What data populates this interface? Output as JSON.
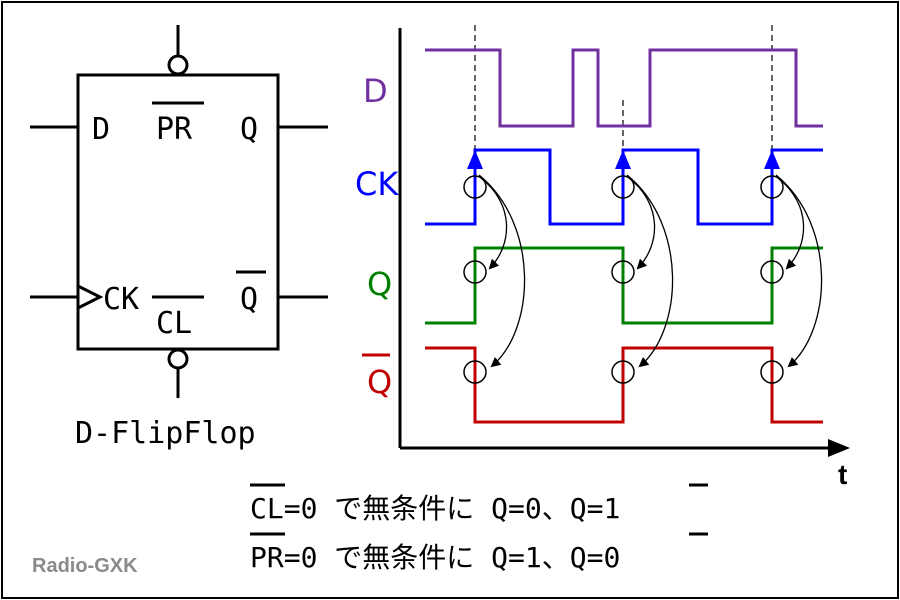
{
  "flipflop": {
    "pin_d": "D",
    "pin_pr": "PR",
    "pin_q": "Q",
    "pin_ck": "CK",
    "pin_cl": "CL",
    "pin_qbar": "Q",
    "caption": "D-FlipFlop"
  },
  "timing": {
    "signals": [
      {
        "name": "D",
        "color": "#7030a0"
      },
      {
        "name": "CK",
        "color": "#0000ff"
      },
      {
        "name": "Q",
        "color": "#008000"
      },
      {
        "name": "Q",
        "color": "#c00000",
        "overbar": true
      }
    ],
    "time_axis_label": "t"
  },
  "notes": [
    {
      "overbar_part": "CL",
      "rest": "=0 で無条件に Q=0、",
      "overbar_q": "Q",
      "tail": "=1"
    },
    {
      "overbar_part": "PR",
      "rest": "=0 で無条件に Q=1、",
      "overbar_q": "Q",
      "tail": "=0"
    }
  ],
  "credit": "Radio-GXK"
}
